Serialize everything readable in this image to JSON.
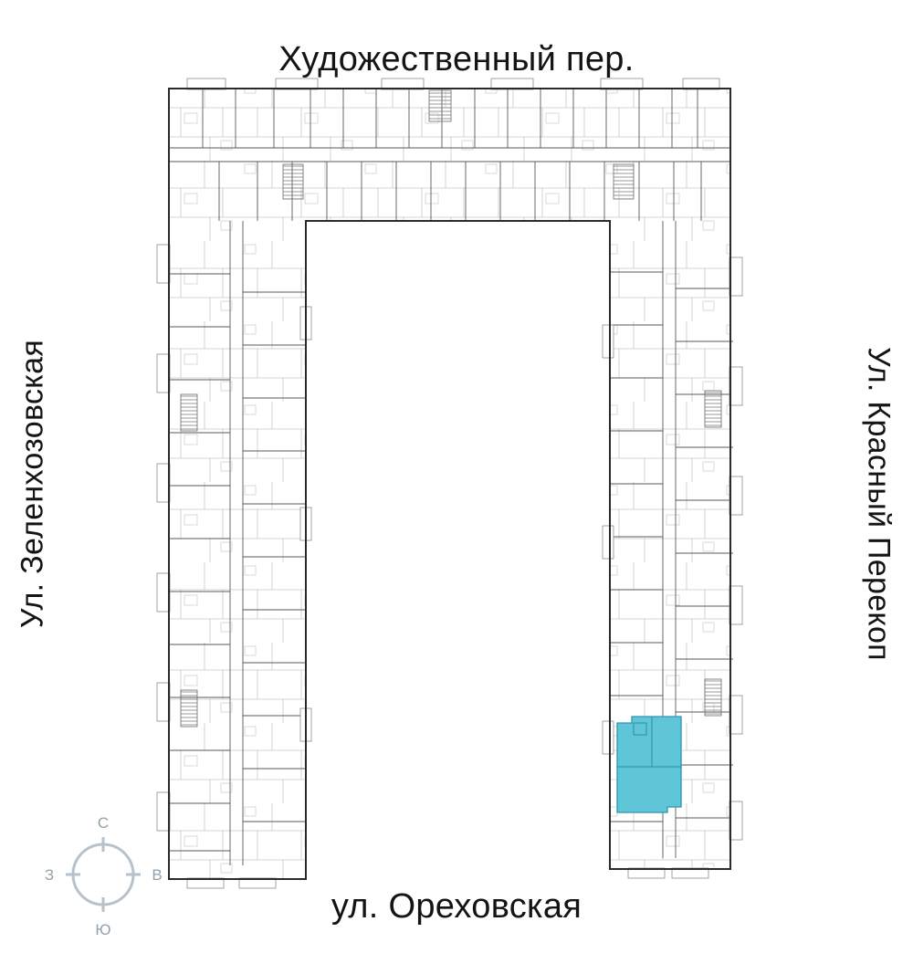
{
  "streets": {
    "top": "Художественный пер.",
    "left": "Ул. Зеленхозовская",
    "right": "Ул. Красный Перекоп",
    "bottom": "ул. Ореховская"
  },
  "compass": {
    "north": "С",
    "south": "Ю",
    "west": "З",
    "east": "В"
  },
  "highlight": {
    "color": "#5fc6d8"
  }
}
